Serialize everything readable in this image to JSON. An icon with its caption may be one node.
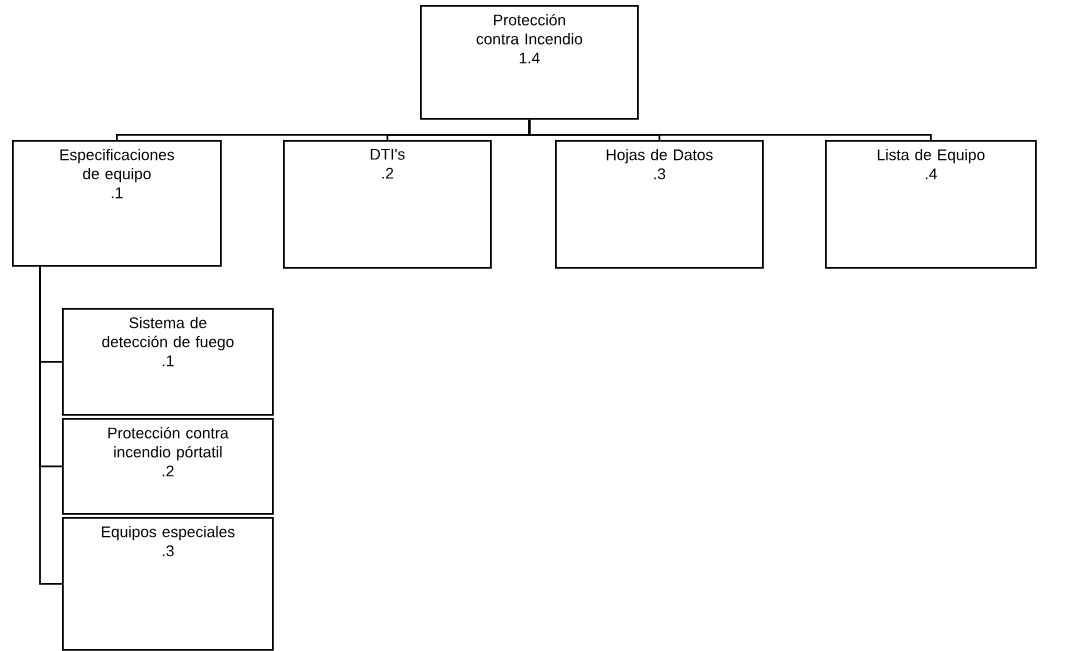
{
  "diagram": {
    "nodes": [
      {
        "text": [
          "Protección contra Incendio",
          "1.4"
        ]
      },
      {
        "text": [
          "Especificaciones de equipo",
          ".1"
        ]
      },
      {
        "text": [
          "DTI's",
          ".2"
        ]
      },
      {
        "text": [
          "Hojas de Datos",
          ".3"
        ]
      },
      {
        "text": [
          "Lista de Equipo",
          ".4"
        ]
      },
      {
        "text": [
          "Sistema de detección de fuego",
          ".1"
        ]
      },
      {
        "text": [
          "Protección contra incendio pórtatil",
          ".2"
        ]
      },
      {
        "text": [
          "Equipos especiales",
          ".3"
        ]
      }
    ],
    "edges": [
      {
        "from": 0,
        "to": 1,
        "arrow": "none"
      },
      {
        "from": 0,
        "to": 2,
        "arrow": "none"
      },
      {
        "from": 0,
        "to": 3,
        "arrow": "none"
      },
      {
        "from": 0,
        "to": 4,
        "arrow": "none"
      },
      {
        "from": 1,
        "to": 5,
        "arrow": "none"
      },
      {
        "from": 1,
        "to": 6,
        "arrow": "none"
      },
      {
        "from": 1,
        "to": 7,
        "arrow": "none"
      }
    ]
  }
}
